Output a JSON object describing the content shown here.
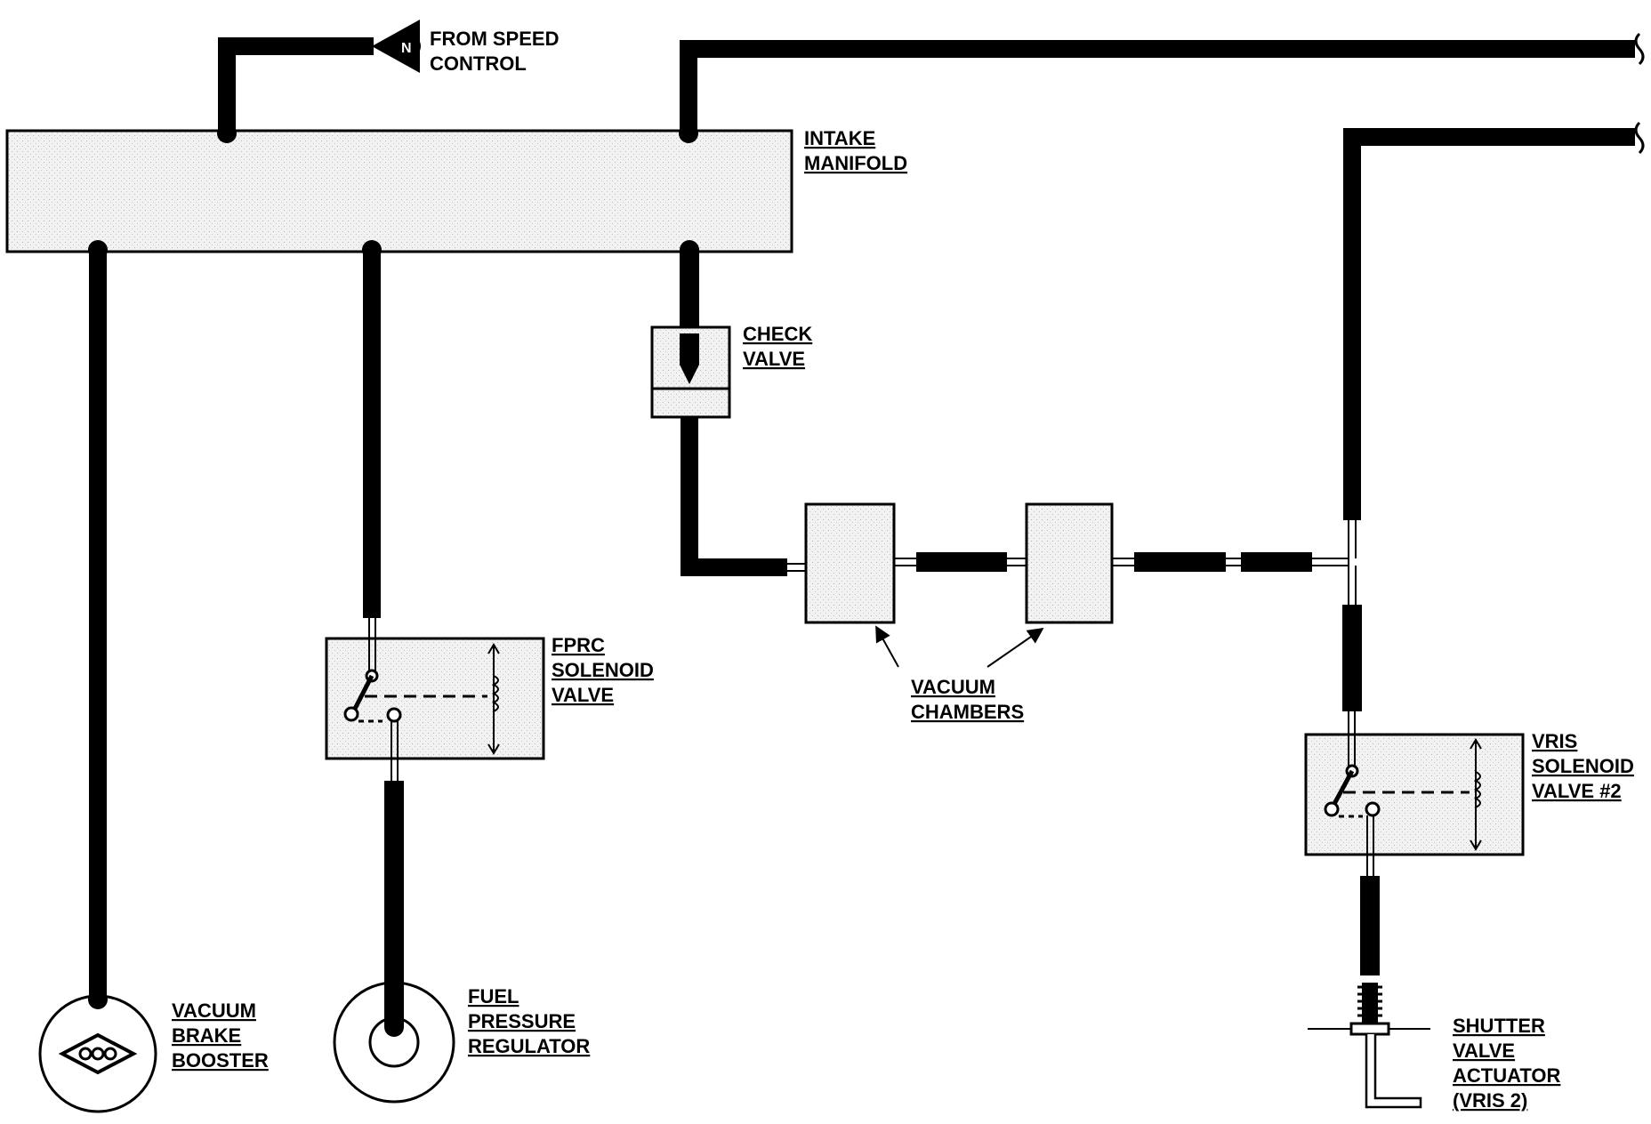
{
  "labels": {
    "speed_control": [
      "FROM SPEED",
      "CONTROL"
    ],
    "speed_control_marker": "N",
    "intake_manifold": [
      "INTAKE",
      "MANIFOLD"
    ],
    "check_valve": [
      "CHECK",
      "VALVE"
    ],
    "fprc_solenoid": [
      "FPRC",
      "SOLENOID",
      "VALVE"
    ],
    "vacuum_chambers": [
      "VACUUM",
      "CHAMBERS"
    ],
    "vris_solenoid": [
      "VRIS",
      "SOLENOID",
      "VALVE #2"
    ],
    "vacuum_brake_booster": [
      "VACUUM",
      "BRAKE",
      "BOOSTER"
    ],
    "fuel_pressure_regulator": [
      "FUEL",
      "PRESSURE",
      "REGULATOR"
    ],
    "shutter_valve_actuator": [
      "SHUTTER",
      "VALVE",
      "ACTUATOR",
      "(VRIS 2)"
    ]
  },
  "colors": {
    "line": "#000000",
    "component_fill": "#f4f4f4",
    "background": "#ffffff"
  }
}
